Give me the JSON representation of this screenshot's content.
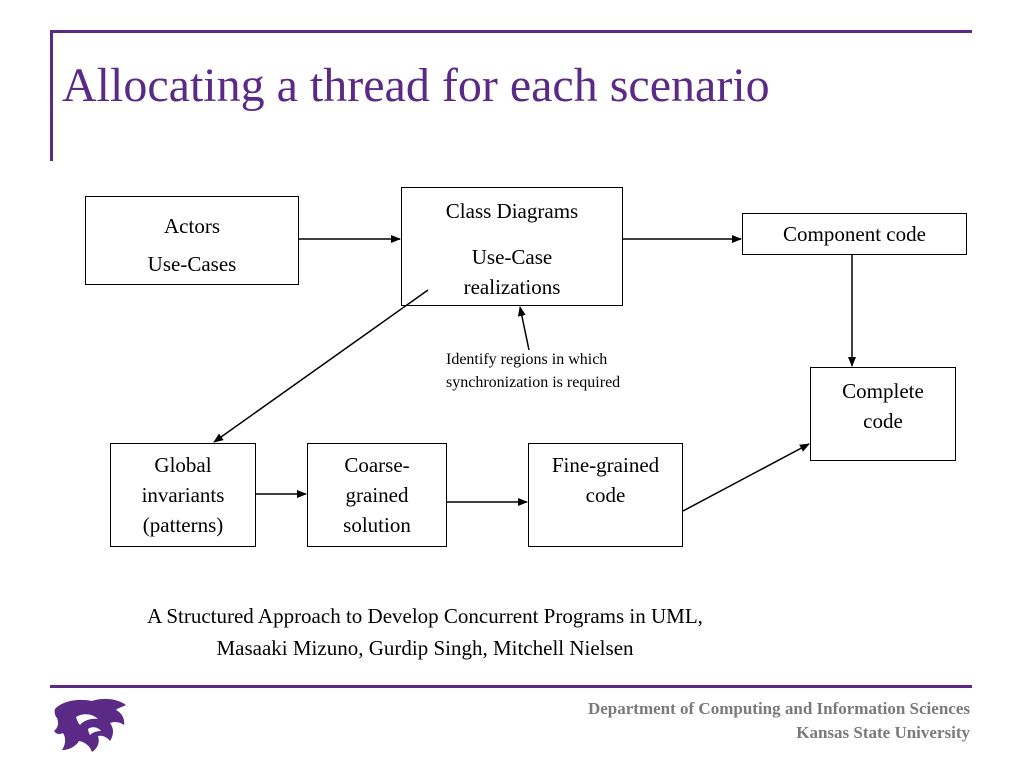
{
  "slide": {
    "title": "Allocating a thread for each scenario"
  },
  "diagram": {
    "boxes": {
      "actors": {
        "lines": [
          "Actors",
          "Use-Cases"
        ]
      },
      "class_diagrams": {
        "lines": [
          "Class Diagrams",
          "Use-Case",
          "realizations"
        ]
      },
      "component_code": {
        "lines": [
          "Component code"
        ]
      },
      "complete_code": {
        "lines": [
          "Complete",
          "code"
        ]
      },
      "global_invariants": {
        "lines": [
          "Global",
          "invariants",
          "(patterns)"
        ]
      },
      "coarse_grained": {
        "lines": [
          "Coarse-",
          "grained",
          "solution"
        ]
      },
      "fine_grained": {
        "lines": [
          "Fine-grained",
          "code"
        ]
      }
    },
    "annotation": {
      "lines": [
        "Identify regions in which",
        "synchronization is required"
      ]
    }
  },
  "citation": {
    "lines": [
      "A Structured Approach to Develop Concurrent Programs in UML,",
      "Masaaki Mizuno, Gurdip Singh, Mitchell Nielsen"
    ]
  },
  "footer": {
    "department": "Department of Computing and Information Sciences",
    "university": "Kansas State University"
  },
  "colors": {
    "brand_purple": "#5b2a86",
    "footer_gray": "#7a7a7a"
  },
  "logo": {
    "icon": "wildcat-logo-icon"
  }
}
